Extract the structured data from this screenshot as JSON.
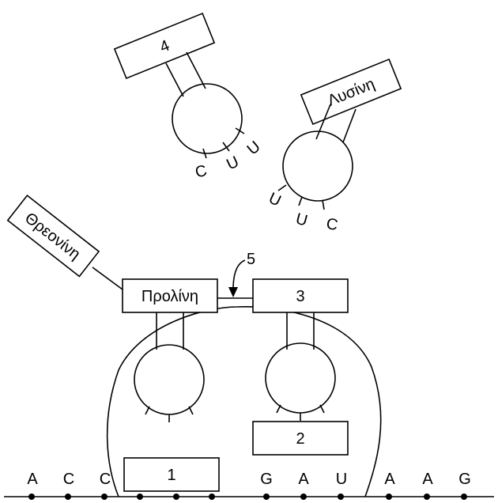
{
  "trna_top_left": {
    "box_label": "4",
    "anticodon": [
      "C",
      "U",
      "U"
    ]
  },
  "trna_top_right": {
    "box_label": "Λυσίνη",
    "anticodon": [
      "U",
      "U",
      "C"
    ]
  },
  "detached_amino_acid": {
    "label": "Θρεονίνη"
  },
  "ribosome": {
    "p_site": {
      "box_label": "Προλίνη"
    },
    "a_site": {
      "box_label": "3",
      "lower_box_label": "2"
    },
    "bond_label": "5",
    "box_1_label": "1"
  },
  "mrna": {
    "left_bases": [
      "A",
      "C",
      "C"
    ],
    "middle_bases": [
      "G",
      "A",
      "U"
    ],
    "right_bases": [
      "A",
      "A",
      "G"
    ]
  }
}
